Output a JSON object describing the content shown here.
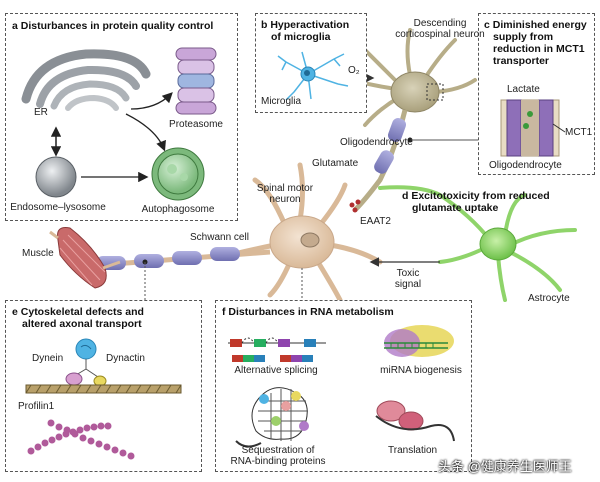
{
  "panels": {
    "a": {
      "letter": "a",
      "title": "Disturbances in protein quality control",
      "labels": {
        "er": "ER",
        "proteasome": "Proteasome",
        "endosome": "Endosome–lysosome",
        "autophagosome": "Autophagosome"
      }
    },
    "b": {
      "letter": "b",
      "title_lines": [
        "Hyperactivation",
        "of microglia"
      ],
      "labels": {
        "microglia": "Microglia"
      }
    },
    "c": {
      "letter": "c",
      "title_lines": [
        "Diminished energy",
        "supply from",
        "reduction in MCT1",
        "transporter"
      ],
      "labels": {
        "lactate": "Lactate",
        "mct1": "MCT1",
        "oligodendrocyte": "Oligodendrocyte"
      }
    },
    "d": {
      "letter": "d",
      "title_lines": [
        "Excitotoxicity from reduced",
        "glutamate uptake"
      ]
    },
    "e": {
      "letter": "e",
      "title_lines": [
        "Cytoskeletal defects and",
        "altered axonal transport"
      ],
      "labels": {
        "dynein": "Dynein",
        "dynactin": "Dynactin",
        "profilin": "Profilin1"
      }
    },
    "f": {
      "letter": "f",
      "title": "Disturbances in RNA metabolism",
      "labels": {
        "splicing": "Alternative splicing",
        "mirna": "miRNA biogenesis",
        "sequestration_lines": [
          "Sequestration of",
          "RNA-binding proteins"
        ],
        "translation": "Translation"
      }
    }
  },
  "main_labels": {
    "descending_lines": [
      "Descending",
      "corticospinal neuron"
    ],
    "o2": "O₂",
    "oligodendrocyte": "Oligodendrocyte",
    "glutamate": "Glutamate",
    "spinal_lines": [
      "Spinal motor",
      "neuron"
    ],
    "eaat2": "EAAT2",
    "schwann": "Schwann cell",
    "muscle": "Muscle",
    "toxic_lines": [
      "Toxic",
      "signal"
    ],
    "astrocyte": "Astrocyte"
  },
  "watermark": "头条 @健康养生医师王",
  "colors": {
    "neuron": "#e8d2b8",
    "neuron_stroke": "#c9a88a",
    "myelin": "#8f8fcc",
    "myelin_dark": "#6f6fb0",
    "microglia": "#4fb3e3",
    "astrocyte": "#8fd46a",
    "er": "#8a8f95",
    "proteasome": "#c9a6d8",
    "autophagosome": "#9ccf9c",
    "endosome": "#b5b9bd",
    "muscle": "#c96a6a",
    "mct1": "#8e6fb8",
    "ptitle": "#111111"
  }
}
